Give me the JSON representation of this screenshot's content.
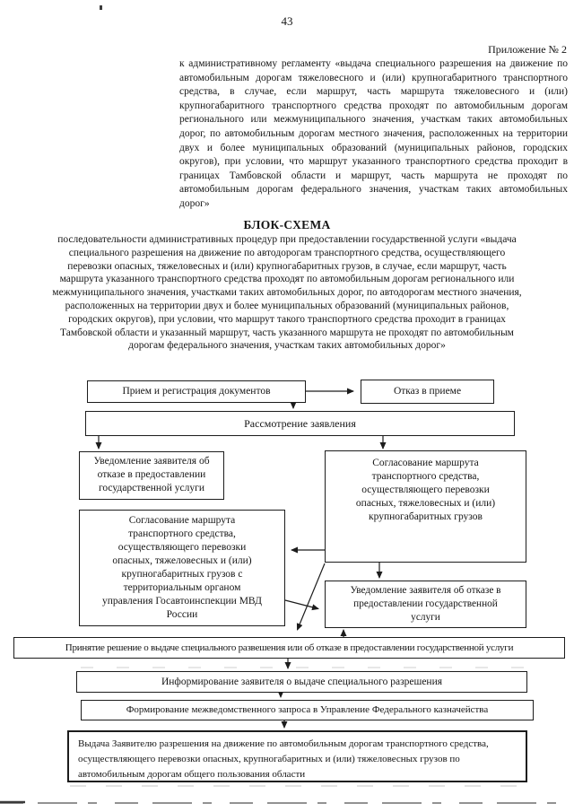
{
  "page": {
    "number": "43",
    "annex_label": "Приложение № 2",
    "intro_paragraph": "к административному регламенту «выдача специального разрешения на движение по автомобильным дорогам тяжеловесного и (или) крупногабаритного транспортного средства, в случае, если маршрут, часть маршрута тяжеловесного и (или) крупногабаритного транспортного средства проходят по автомобильным дорогам регионального или межмуниципального значения, участкам таких автомобильных дорог, по автомобильным дорогам местного значения, расположенных на территории двух и более муниципальных образований (муниципальных районов, городских округов), при условии, что маршрут указанного транспортного средства проходит в границах Тамбовской области и маршрут, часть маршрута не проходят по автомобильным дорогам федерального значения, участкам таких автомобильных дорог»",
    "scheme_title": "БЛОК-СХЕМА",
    "scheme_subtitle": "последовательности административных процедур при предоставлении государственной услуги «выдача специального разрешения на движение по автодорогам транспортного средства, осуществляющего перевозки опасных, тяжеловесных и (или) крупногабаритных грузов, в случае, если маршрут, часть маршрута указанного транспортного средства проходят по автомобильным дорогам регионального или межмуниципального значения, участками таких автомобильных дорог, по автодорогам местного значения, расположенных на территории двух и более муниципальных образований (муниципальных районов, городских округов), при условии, что маршрут такого транспортного средства проходит в границах Тамбовской области и указанный маршрут, часть указанного маршрута не проходят по автомобильным дорогам федерального значения, участкам таких автомобильных дорог»"
  },
  "flowchart": {
    "boxes": {
      "reception": "Прием и регистрация документов",
      "refusal": "Отказ в приеме",
      "review": "Рассмотрение заявления",
      "notice_refusal_left": "Уведомление заявителя  об\nотказе в предоставлении\nгосударственной услуги",
      "route_approval": "Согласование маршрута\nтранспортного средства,\nосуществляющего перевозки\nопасных, тяжеловесных и (или)\nкрупногабаритных грузов",
      "route_approval_gibdd": "Согласование маршрута\nтранспортного средства,\nосуществляющего перевозки\nопасных, тяжеловесных и (или)\nкрупногабаритных грузов с\nтерриториальным органом\nуправления Госавтоинспекции МВД\nРоссии",
      "notice_refusal_right": "Уведомление заявителя  об отказе в\nпредоставлении  государственной\nуслуги",
      "decision": "Принятие решение о выдаче специального развешения или об отказе в предоставлении государственной услуги",
      "informing": "Информирование заявителя о выдаче специального разрешения",
      "treasury_request": "Формирование межведомственного запроса в Управление Федерального казначейства",
      "issuance": "Выдача Заявителю разрешения на движение по автомобильным дорогам транспортного средства, осуществляющего перевозки опасных, крупногабаритных и (или) тяжеловесных грузов по автомобильным дорогам общего пользования области"
    },
    "colors": {
      "ink": "#1c1c1c",
      "paper": "#ffffff"
    }
  }
}
